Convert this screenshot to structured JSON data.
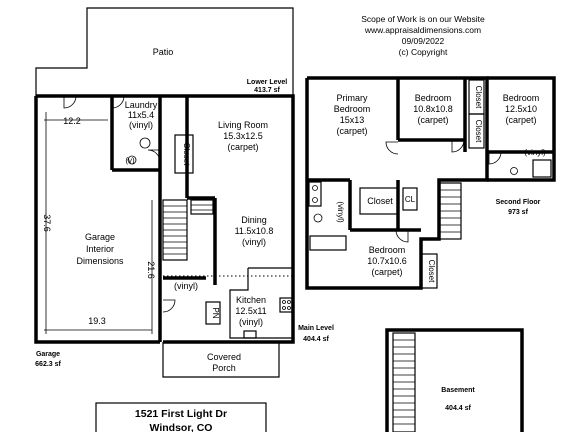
{
  "header": {
    "line1": "Scope of Work is on our Website",
    "line2": "www.appraisaldimensions.com",
    "line3": "09/09/2022",
    "line4": "(c) Copyright"
  },
  "address": {
    "street": "1521 First Light Dr",
    "city": "Windsor, CO"
  },
  "levels": {
    "lower": {
      "name": "Lower Level",
      "area": "413.7 sf"
    },
    "main": {
      "name": "Main Level",
      "area": "404.4 sf"
    },
    "second": {
      "name": "Second Floor",
      "area": "973 sf"
    },
    "garage": {
      "name": "Garage",
      "area": "662.3 sf"
    },
    "basement": {
      "name": "Basement",
      "area": "404.4 sf"
    }
  },
  "rooms": {
    "patio": {
      "name": "Patio"
    },
    "laundry": {
      "name": "Laundry",
      "dims": "11x5.4",
      "finish": "(vinyl)"
    },
    "living": {
      "name": "Living Room",
      "dims": "15.3x12.5",
      "finish": "(carpet)"
    },
    "garage_interior": {
      "line1": "Garage",
      "line2": "Interior",
      "line3": "Dimensions"
    },
    "dining": {
      "name": "Dining",
      "dims": "11.5x10.8",
      "finish": "(vinyl)"
    },
    "kitchen": {
      "name": "Kitchen",
      "dims": "12.5x11",
      "finish": "(vinyl)"
    },
    "entry_finish": "(vinyl)",
    "porch": {
      "line1": "Covered",
      "line2": "Porch"
    },
    "primary": {
      "line1": "Primary",
      "line2": "Bedroom",
      "dims": "15x13",
      "finish": "(carpet)"
    },
    "bedroom2": {
      "name": "Bedroom",
      "dims": "10.8x10.8",
      "finish": "(carpet)"
    },
    "bedroom3": {
      "name": "Bedroom",
      "dims": "12.5x10",
      "finish": "(carpet)"
    },
    "bedroom4": {
      "name": "Bedroom",
      "dims": "10.7x10.6",
      "finish": "(carpet)"
    },
    "bath_up_finish": "(vinyl)",
    "bath_primary_finish": "(vinyl)"
  },
  "labels": {
    "closet": "Closet",
    "cl": "CL",
    "pn": "PN",
    "v": "(v)"
  },
  "dimensions": {
    "garage_top": "12.2",
    "garage_left": "37.6",
    "garage_inner": "21.6",
    "garage_bottom": "19.3"
  },
  "colors": {
    "wall": "#000000",
    "background": "#ffffff"
  }
}
